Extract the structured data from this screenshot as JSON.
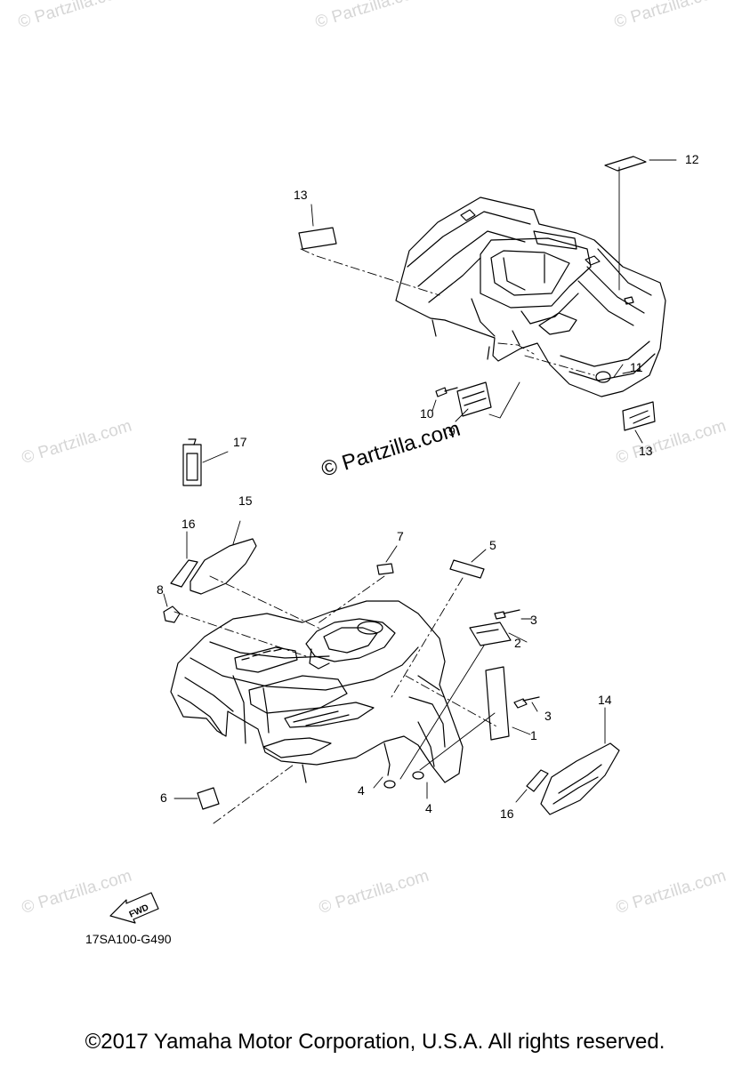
{
  "watermark": "© Partzilla.com",
  "diagram_code": "17SA100-G490",
  "copyright": "©2017 Yamaha Motor Corporation, U.S.A. All rights reserved.",
  "fwd_label": "FWD",
  "callouts": {
    "c1": "1",
    "c2": "2",
    "c3a": "3",
    "c3b": "3",
    "c4a": "4",
    "c4b": "4",
    "c5": "5",
    "c6": "6",
    "c7": "7",
    "c8": "8",
    "c9": "9",
    "c10": "10",
    "c11": "11",
    "c12": "12",
    "c13a": "13",
    "c13b": "13",
    "c14": "14",
    "c15": "15",
    "c16a": "16",
    "c16b": "16",
    "c17": "17"
  }
}
